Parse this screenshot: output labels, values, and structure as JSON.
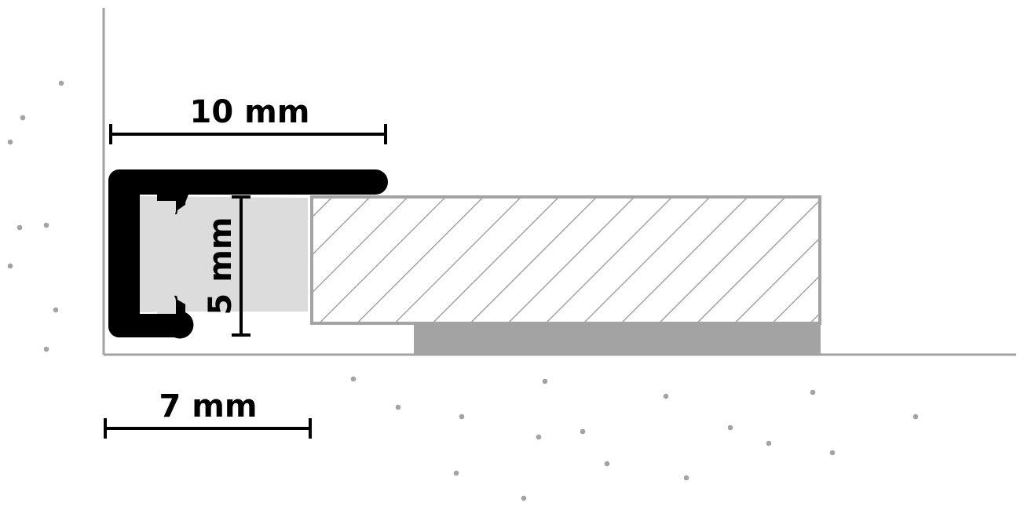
{
  "dimensions": {
    "width_label": "10 mm",
    "height_label": "5 mm",
    "floor_depth_label": "7 mm"
  },
  "colors": {
    "profile": "#000000",
    "insert": "#dcdcdc",
    "wall_and_floor_line": "#a3a3a3",
    "hatch": "#a3a3a3",
    "underlay": "#a3a3a3",
    "dimension_lines": "#000000"
  }
}
